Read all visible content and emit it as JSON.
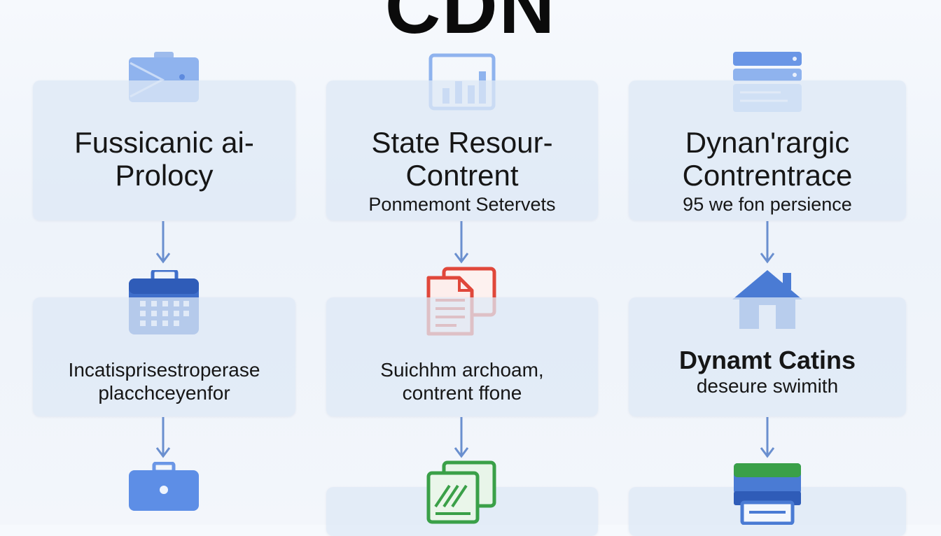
{
  "title": "CDN",
  "columns": [
    {
      "top_card": {
        "heading_line1": "Fussicanic ai-",
        "heading_line2": "Prolocy",
        "subtitle": ""
      },
      "top_icon": "briefcase-icon",
      "mid_icon": "calendar-icon",
      "mid_card": {
        "text_line1": "Incatisprisestroperase",
        "text_line2": "placchceyenfor"
      },
      "bottom_icon": "briefcase-icon"
    },
    {
      "top_card": {
        "heading_line1": "State Resour-",
        "heading_line2": "Contrent",
        "subtitle": "Ponmemont Setervets"
      },
      "top_icon": "bar-chart-icon",
      "mid_icon": "document-icon",
      "mid_card": {
        "text_line1": "Suichhm archoam,",
        "text_line2": "contrent ffone"
      },
      "bottom_icon": "image-gallery-icon"
    },
    {
      "top_card": {
        "heading_line1": "Dynan'rargic",
        "heading_line2": "Contrentrace",
        "subtitle": "95 we fon persience"
      },
      "top_icon": "server-icon",
      "mid_icon": "home-icon",
      "mid_card": {
        "heading": "Dynamt Catins",
        "text_line1": "deseure swimith"
      },
      "bottom_icon": "printer-icon"
    }
  ],
  "colors": {
    "blue": "#4a7bd4",
    "light_blue": "#8fb3ee",
    "red": "#e0473a",
    "green": "#3aa048",
    "arrow": "#6a8fcf",
    "card": "#dee8f6"
  }
}
